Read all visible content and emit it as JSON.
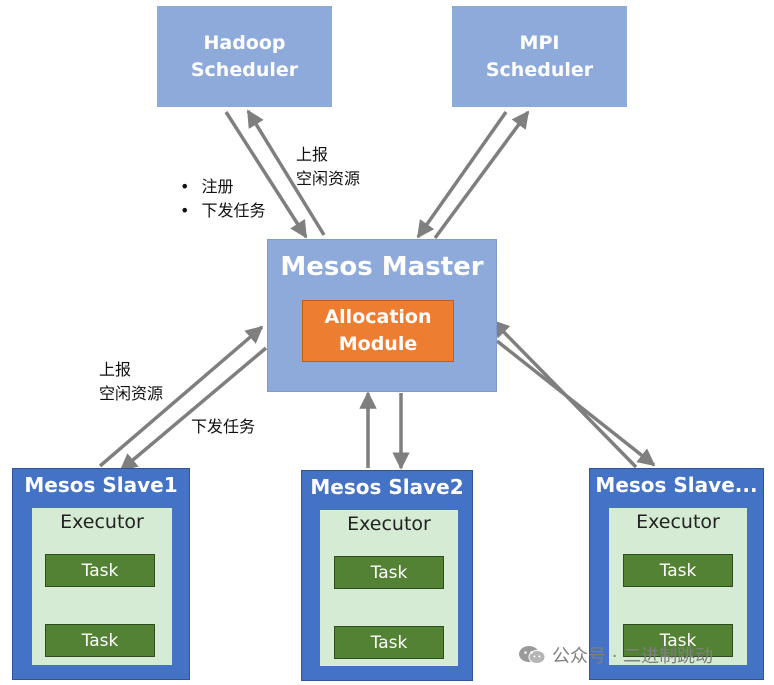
{
  "schedulers": {
    "hadoop": "Hadoop\nScheduler",
    "mpi": "MPI\nScheduler"
  },
  "master": {
    "title": "Mesos Master",
    "allocation_module": "Allocation\nModule"
  },
  "annotations": {
    "report_idle_top": "上报\n空闲资源",
    "bullet_register": "注册",
    "bullet_dispatch": "下发任务",
    "report_idle_left": "上报\n空闲资源",
    "dispatch_left": "下发任务"
  },
  "slaves": [
    {
      "title": "Mesos Slave1",
      "executor": "Executor",
      "tasks": [
        "Task",
        "Task"
      ]
    },
    {
      "title": "Mesos Slave2",
      "executor": "Executor",
      "tasks": [
        "Task",
        "Task"
      ]
    },
    {
      "title": "Mesos Slave...",
      "executor": "Executor",
      "tasks": [
        "Task",
        "Task"
      ]
    }
  ],
  "watermark": "公众号 · 二进制跳动",
  "colors": {
    "scheduler_fill": "#8eaadb",
    "allocation_fill": "#ed7d31",
    "slave_fill": "#4472c4",
    "executor_fill": "#d6ebd4",
    "task_fill": "#548235",
    "arrow": "#7f7f7f"
  }
}
